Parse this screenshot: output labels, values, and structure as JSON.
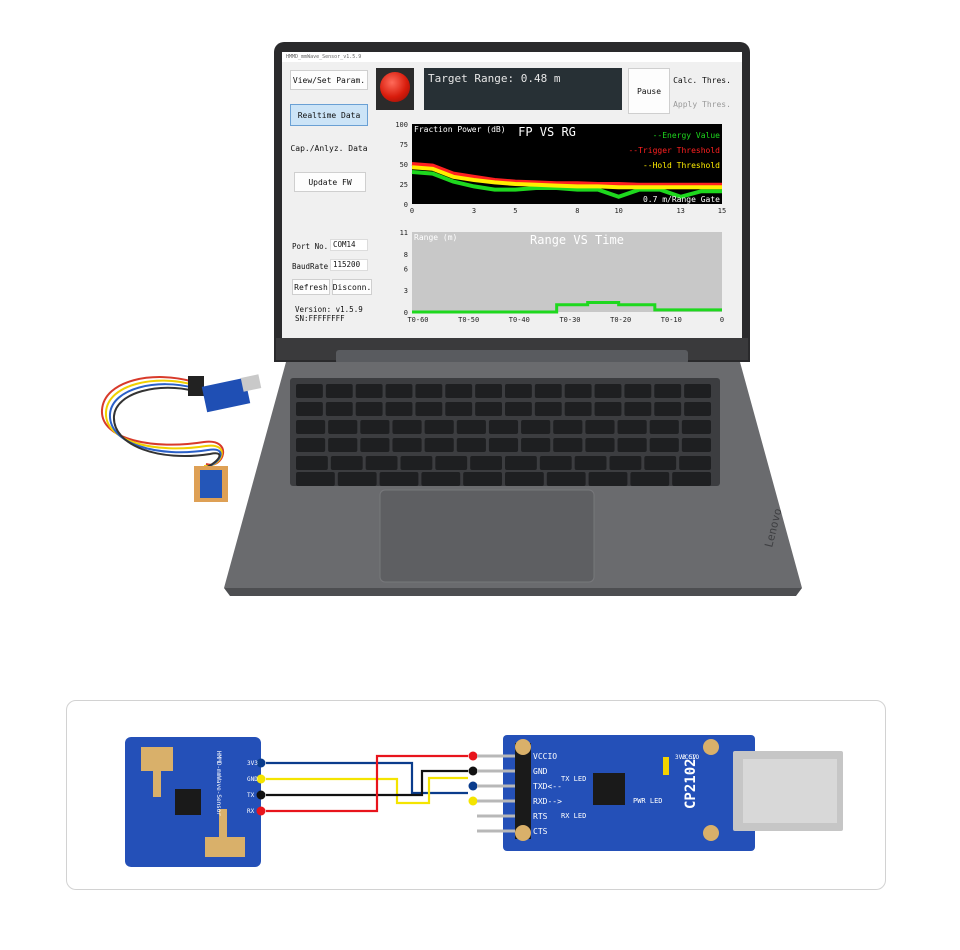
{
  "app": {
    "title": "HMMD_mmWave_Sensor_v1.5.9",
    "buttons": {
      "view_set_param": "View/Set Param.",
      "realtime_data": "Realtime Data",
      "cap_anlyz_data": "Cap./Anlyz. Data",
      "update_fw": "Update FW",
      "pause": "Pause",
      "calc_thres": "Calc. Thres.",
      "apply_thres": "Apply Thres.",
      "refresh": "Refresh",
      "disconn": "Disconn."
    },
    "target_range_text": "Target Range: 0.48 m",
    "port_label": "Port No.",
    "port_value": "COM14",
    "baud_label": "BaudRate",
    "baud_value": "115200",
    "version": "Version: v1.5.9",
    "sn": "SN:FFFFFFFF"
  },
  "chart_data": [
    {
      "type": "line",
      "title": "FP VS RG",
      "ylabel": "Fraction Power (dB)",
      "xlabel": "0.7 m/Range Gate",
      "x_ticks": [
        "0",
        "3",
        "5",
        "8",
        "10",
        "13",
        "15"
      ],
      "y_ticks": [
        "0",
        "25",
        "50",
        "75",
        "100"
      ],
      "ylim": [
        0,
        100
      ],
      "xlim": [
        0,
        15
      ],
      "legend": [
        "--Energy Value",
        "--Trigger Threshold",
        "--Hold Threshold"
      ],
      "legend_position": "top-right",
      "background": "#000000",
      "x": [
        0,
        1,
        2,
        3,
        4,
        5,
        6,
        7,
        8,
        9,
        10,
        11,
        12,
        13,
        14,
        15
      ],
      "series": [
        {
          "name": "--Energy Value",
          "color": "#1ed81e",
          "values": [
            40,
            38,
            28,
            22,
            18,
            18,
            20,
            20,
            18,
            18,
            9,
            18,
            18,
            9,
            16,
            16
          ]
        },
        {
          "name": "--Trigger Threshold",
          "color": "#ff2020",
          "values": [
            50,
            48,
            38,
            34,
            30,
            28,
            27,
            26,
            26,
            25,
            25,
            24,
            24,
            24,
            24,
            24
          ]
        },
        {
          "name": "--Hold Threshold",
          "color": "#ffee00",
          "values": [
            46,
            44,
            34,
            30,
            27,
            25,
            24,
            23,
            22,
            22,
            21,
            21,
            21,
            21,
            21,
            21
          ]
        }
      ]
    },
    {
      "type": "line",
      "title": "Range VS Time",
      "ylabel": "Range (m)",
      "y_ticks": [
        "0",
        "3",
        "6",
        "8",
        "11"
      ],
      "ylim": [
        0,
        11
      ],
      "x_ticks": [
        "T0-60",
        "T0-50",
        "T0-40",
        "T0-30",
        "T0-20",
        "T0-10",
        "0"
      ],
      "background": "#c8c8c8",
      "series": [
        {
          "name": "Range",
          "color": "#1ed81e",
          "x": [
            -60,
            -32,
            -32,
            -26,
            -26,
            -20,
            -20,
            -13,
            -13,
            0
          ],
          "values": [
            0,
            0,
            1,
            1,
            1.3,
            1.3,
            1,
            1,
            0.3,
            0.3
          ]
        }
      ]
    }
  ],
  "wiring": {
    "sensor_label": "HMMD-mmWave-Sensor",
    "sensor_pins": [
      "3V3",
      "GND",
      "TX",
      "RX"
    ],
    "converter_label": "CP2102",
    "converter_pins": [
      "VCCIO",
      "GND",
      "TXD<--",
      "RXD-->",
      "RTS",
      "CTS"
    ],
    "converter_leds": [
      "TX LED",
      "RX LED",
      "PWR LED"
    ],
    "voltage_labels": [
      "3V3",
      "VCCIO",
      "5V"
    ],
    "wire_colors": {
      "red": "#e8141c",
      "black": "#111111",
      "yellow": "#f4e400",
      "blue": "#0a3c8c"
    }
  },
  "laptop_brand": "Lenovo"
}
